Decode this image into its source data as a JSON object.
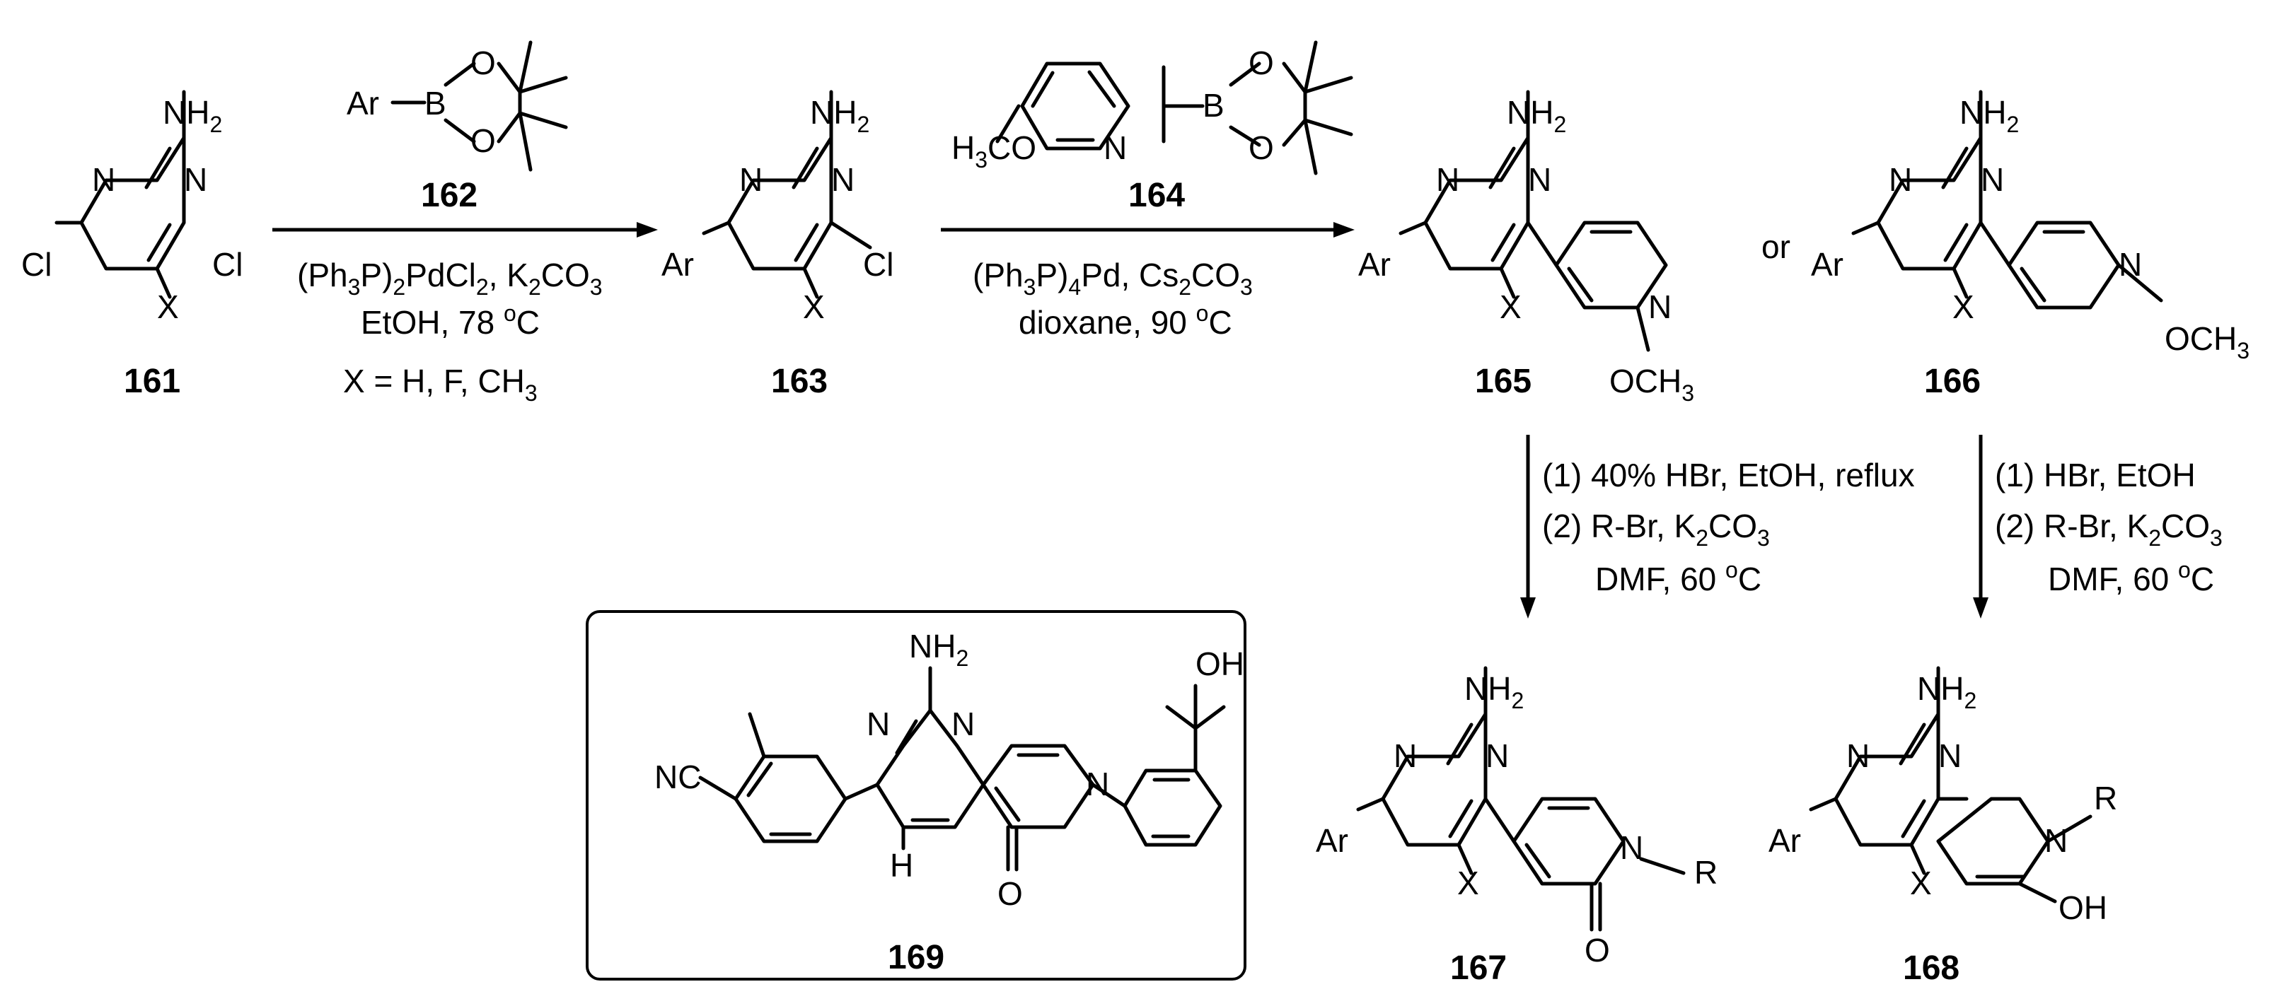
{
  "compounds": {
    "c161": {
      "number": "161"
    },
    "c162": {
      "number": "162"
    },
    "c163": {
      "number": "163"
    },
    "c164": {
      "number": "164"
    },
    "c165": {
      "number": "165"
    },
    "c166": {
      "number": "166"
    },
    "c167": {
      "number": "167"
    },
    "c168": {
      "number": "168"
    },
    "c169": {
      "number": "169"
    }
  },
  "atoms": {
    "nh2": "NH",
    "nh2_sub": "2",
    "n": "N",
    "cl": "Cl",
    "x": "X",
    "ar": "Ar",
    "b": "B",
    "o": "O",
    "ome_prefix": "H",
    "ome_sub": "3",
    "ome_suffix": "CO",
    "och": "OCH",
    "och_sub": "3",
    "nc": "NC",
    "h": "H",
    "oh": "OH",
    "r": "R"
  },
  "conditions": {
    "step1": {
      "line1_a": "(Ph",
      "line1_b": "3",
      "line1_c": "P)",
      "line1_d": "2",
      "line1_e": "PdCl",
      "line1_f": "2",
      "line1_g": ", K",
      "line1_h": "2",
      "line1_i": "CO",
      "line1_j": "3",
      "line2_a": "EtOH, 78 ",
      "line2_deg": "o",
      "line2_b": "C",
      "line3_a": "X = H, F, CH",
      "line3_b": "3"
    },
    "step2": {
      "line1_a": "(Ph",
      "line1_b": "3",
      "line1_c": "P)",
      "line1_d": "4",
      "line1_e": "Pd, Cs",
      "line1_f": "2",
      "line1_g": "CO",
      "line1_h": "3",
      "line2_a": "dioxane, 90 ",
      "line2_deg": "o",
      "line2_b": "C"
    },
    "step3": {
      "line1": "(1) 40% HBr, EtOH, reflux",
      "line2_a": "(2) R-Br, K",
      "line2_b": "2",
      "line2_c": "CO",
      "line2_d": "3",
      "line3_a": "DMF, 60 ",
      "line3_deg": "o",
      "line3_b": "C"
    },
    "step4": {
      "line1": "(1) HBr, EtOH",
      "line2_a": "(2) R-Br, K",
      "line2_b": "2",
      "line2_c": "CO",
      "line2_d": "3",
      "line3_a": "DMF, 60 ",
      "line3_deg": "o",
      "line3_b": "C"
    }
  },
  "connector": "or"
}
